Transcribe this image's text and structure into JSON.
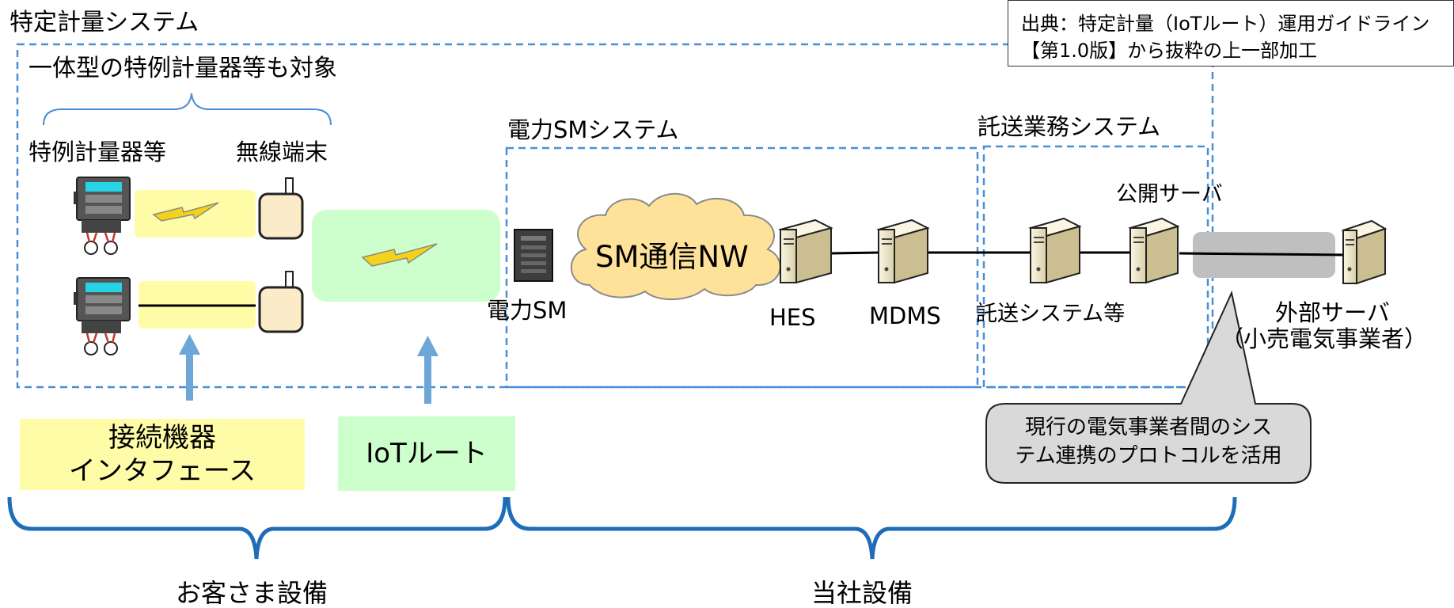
{
  "diagram": {
    "title": "特定計量システム",
    "source_note": {
      "line1": "出典：特定計量（IoTルート）運用ガイドライン",
      "line2": "【第1.0版】から抜粋の上一部加工"
    },
    "special_meter_group_label": "一体型の特例計量器等も対象",
    "special_meter_label": "特例計量器等",
    "wireless_terminal_label": "無線端末",
    "power_sm_system_label": "電力SMシステム",
    "consignment_system_label": "託送業務システム",
    "sm_network_label": "SM通信NW",
    "nodes": {
      "power_sm": "電力SM",
      "hes": "HES",
      "mdms": "MDMS",
      "consignment_system": "託送システム等",
      "public_server": "公開サーバ",
      "external_server_line1": "外部サーバ",
      "external_server_line2": "（小売電気事業者）"
    },
    "interface_box": {
      "line1": "接続機器",
      "line2": "インタフェース",
      "color": "#FFFCA8"
    },
    "iot_route_box": {
      "label": "IoTルート",
      "color": "#CCFFCC"
    },
    "callout": {
      "line1": "現行の電気事業者間のシス",
      "line2": "テム連携のプロトコルを活用"
    },
    "customer_equipment_label": "お客さま設備",
    "company_equipment_label": "当社設備",
    "colors": {
      "dashed_border": "#4A8FD6",
      "brace": "#1F6DB8",
      "arrow": "#6FA6D8",
      "cloud": "#FFE29A",
      "bolt": "#F2D21B",
      "meter_display": "#27D4E6",
      "server": "#EFE5C4",
      "callout_fill": "#D9D9D9",
      "gray_band": "#BFBFBF"
    }
  }
}
